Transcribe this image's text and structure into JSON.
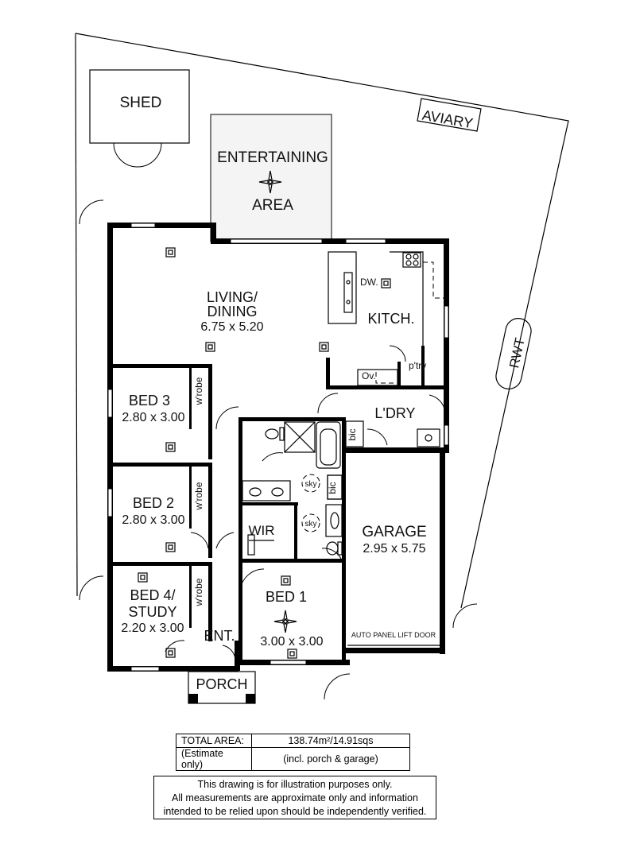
{
  "rooms": {
    "shed": "SHED",
    "entertaining_line1": "ENTERTAINING",
    "entertaining_line2": "AREA",
    "aviary": "AVIARY",
    "rwt": "RWT",
    "living_line1": "LIVING/",
    "living_line2": "DINING",
    "living_dims": "6.75 x 5.20",
    "kitchen": "KITCH.",
    "dw": "DW.",
    "pantry": "p'try",
    "oven": "Ov.",
    "laundry": "L'DRY",
    "bed3": "BED 3",
    "bed3_dims": "2.80 x 3.00",
    "bed2": "BED 2",
    "bed2_dims": "2.80 x 3.00",
    "bed4_line1": "BED 4/",
    "bed4_line2": "STUDY",
    "bed4_dims": "2.20 x 3.00",
    "wrobe": "w'robe",
    "bic": "bic",
    "sky": "sky",
    "wir": "WIR",
    "bed1": "BED 1",
    "bed1_dims": "3.00 x 3.00",
    "garage": "GARAGE",
    "garage_dims": "2.95 x 5.75",
    "garage_door": "AUTO PANEL LIFT DOOR",
    "entry": "ENT.",
    "porch": "PORCH"
  },
  "area_table": {
    "label1": "TOTAL AREA:",
    "value1": "138.74m²/14.91sqs",
    "label2": "(Estimate only)",
    "value2": "(incl. porch & garage)"
  },
  "disclaimer": {
    "line1": "This drawing is for illustration purposes only.",
    "line2": "All measurements are approximate only and information",
    "line3": "intended to be relied upon should be independently verified."
  }
}
